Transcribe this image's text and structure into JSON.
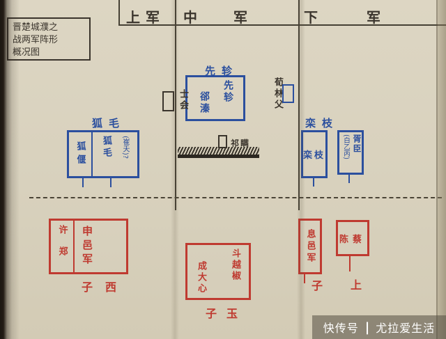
{
  "header": {
    "upper": "上军",
    "middle": "中军",
    "lower": "下军"
  },
  "title_box": {
    "line1": "晋楚城濮之",
    "line2": "战两军阵形",
    "line3": "概况图"
  },
  "colors": {
    "jin_blue": "#2b4f9e",
    "chu_red": "#bf3a30",
    "ink": "#3a342c",
    "paper": "#d8d1bd"
  },
  "jin_army": {
    "center": {
      "label": "先轸",
      "commander": "先轸",
      "deputy": "郤溱",
      "left_flank_unit": "士会",
      "right_flank_unit": "荀林父",
      "rear_unit": "祁瞒"
    },
    "left_wing": {
      "label": "狐毛",
      "cell_left": "狐偃",
      "cell_right": "狐毛",
      "cell_right_note": "(崔夭)?"
    },
    "right_wing": {
      "label": "栾枝",
      "box1": "栾枝",
      "box2_name": "胥臣",
      "box2_note": "(白乙丙)"
    }
  },
  "chu_army": {
    "left": {
      "cell_left": "许郑",
      "cell_right": "申邑军",
      "caption": "子西"
    },
    "center": {
      "cell_left": "成大心",
      "cell_right": "斗越椒",
      "caption": "子玉"
    },
    "right": {
      "box1": "息邑军",
      "box2": "陈蔡",
      "caption_left": "子",
      "caption_right": "上"
    }
  },
  "watermark": {
    "brand": "快传号",
    "divider": "|",
    "name": "尤拉爱生活"
  }
}
